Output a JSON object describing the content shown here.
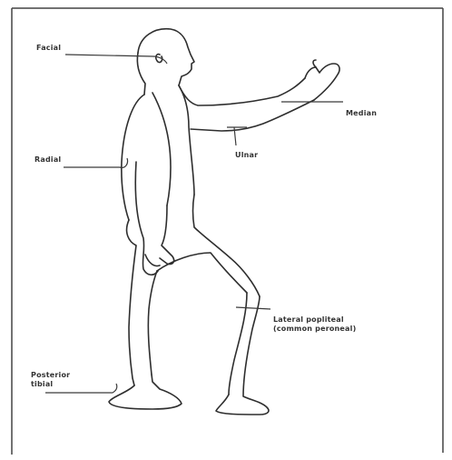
{
  "labels": {
    "facial": "Facial",
    "radial": "Radial",
    "median": "Median",
    "ulnar": "Ulnar",
    "lateral_popliteal": [
      "Lateral popliteal",
      "(common peroneal)"
    ],
    "posterior_tibial": [
      "Posterior",
      "tibial"
    ]
  },
  "colors": {
    "outline": "#2e2e2e",
    "leader": "#3a3a3a",
    "frame": "#444444",
    "text": "#333333"
  }
}
